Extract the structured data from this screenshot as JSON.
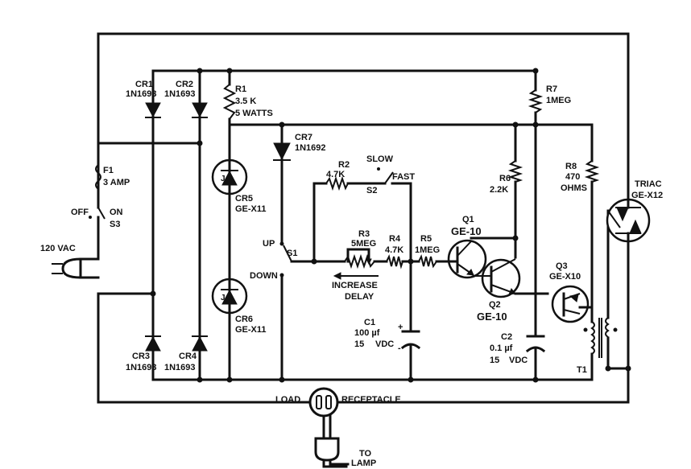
{
  "labels": {
    "cr1": "CR1",
    "cr1_part": "1N1693",
    "cr2": "CR2",
    "cr2_part": "1N1693",
    "cr3": "CR3",
    "cr3_part": "1N1693",
    "cr4": "CR4",
    "cr4_part": "1N1693",
    "cr5": "CR5",
    "cr5_part": "GE-X11",
    "cr6": "CR6",
    "cr6_part": "GE-X11",
    "cr7": "CR7",
    "cr7_part": "1N1692",
    "r1": "R1",
    "r1_val1": "3.5 K",
    "r1_val2": "5 WATTS",
    "r2": "R2",
    "r2_val": "4.7K",
    "r3": "R3",
    "r3_val": "5MEG",
    "r4": "R4",
    "r4_val": "4.7K",
    "r5": "R5",
    "r5_val": "1MEG",
    "r6": "R6",
    "r6_val": "2.2K",
    "r7": "R7",
    "r7_val": "1MEG",
    "r8": "R8",
    "r8_val1": "470",
    "r8_val2": "OHMS",
    "f1": "F1",
    "f1_val": "3 AMP",
    "s1": "S1",
    "s2": "S2",
    "s3": "S3",
    "off": "OFF",
    "on": "ON",
    "up": "UP",
    "down": "DOWN",
    "slow": "SLOW",
    "fast": "FAST",
    "vac": "120 VAC",
    "q1": "Q1",
    "q1_part": "GE-10",
    "q2": "Q2",
    "q2_part": "GE-10",
    "q3": "Q3",
    "q3_part": "GE-X10",
    "triac": "TRIAC",
    "triac_part": "GE-X12",
    "c1": "C1",
    "c1_val1": "100 µf",
    "c1_val2": "15",
    "c1_val3": "VDC",
    "c2": "C2",
    "c2_val1": "0.1 µf",
    "c2_val2": "15",
    "c2_val3": "VDC",
    "t1": "T1",
    "increase": "INCREASE",
    "delay": "DELAY",
    "load": "LOAD",
    "receptacle": "RECEPTACLE",
    "to": "TO",
    "lamp": "LAMP",
    "j": "J",
    "plus": "+",
    "minus": "-"
  }
}
